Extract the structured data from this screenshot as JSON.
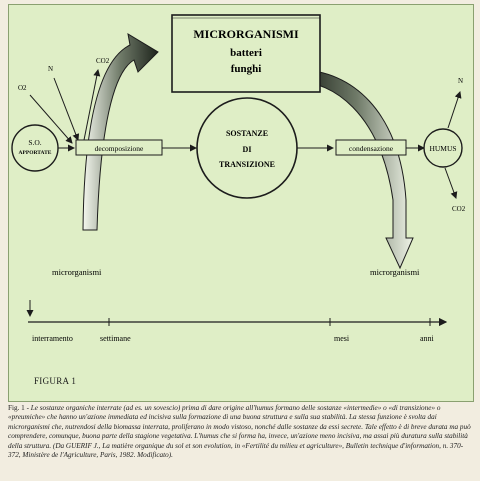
{
  "figure_label": "FIGURA 1",
  "boxes": {
    "microrganismi_title": "MICRORGANISMI",
    "microrganismi_line1": "batteri",
    "microrganismi_line2": "funghi",
    "so_line1": "S.O.",
    "so_line2": "APPORTATE",
    "decomposizione": "decomposizione",
    "sostanze_line1": "SOSTANZE",
    "sostanze_line2": "DI",
    "sostanze_line3": "TRANSIZIONE",
    "condensazione": "condensazione",
    "humus": "HUMUS"
  },
  "gases": {
    "o2": "O2",
    "n_left": "N",
    "co2_left": "CO2",
    "n_right": "N",
    "co2_right": "CO2"
  },
  "labels": {
    "microrganismi_left": "microrganismi",
    "microrganismi_right": "microrganismi"
  },
  "timeline": {
    "interramento": "interramento",
    "settimane": "settimane",
    "mesi": "mesi",
    "anni": "anni"
  },
  "caption": {
    "lead": "Fig. 1 -",
    "text": "Le sostanze organiche interrate (ad es. un sovescio) prima di dare origine all'humus formano delle sostanze «intermedie» o «di transizione» o «preumiche» che hanno un'azione immediata ed incisiva sulla formazione di una buona struttura e sulla sua stabilità. La stessa funzione è svolta dai microrganismi che, nutrendosi della biomassa interrata, proliferano in modo vistoso, nonché dalle sostanze da essi secrete. Tale effetto è di breve durata ma può comprendere, comunque, buona parte della stagione vegetativa. L'humus che si forma ha, invece, un'azione meno incisiva, ma assai più duratura sulla stabilità della struttura. (Da GUERIF J., La matière organique du sol et son evolution, in «Fertilité du milieu et agriculture», Bulletin technique d'information, n. 370-372, Ministère de l'Agriculture, Paris, 1982. Modificato)."
  }
}
